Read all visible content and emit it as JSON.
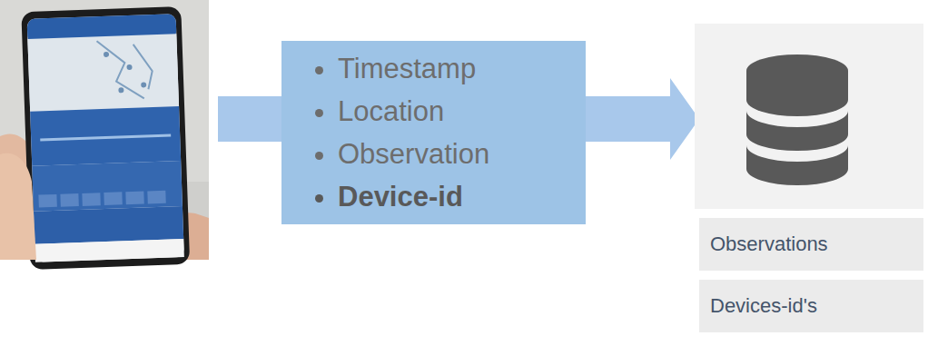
{
  "diagram": {
    "nodes": [
      {
        "text": [
          "Timestamp",
          "Location",
          "Observation",
          "Device-id"
        ]
      },
      {
        "text": [
          "Observations"
        ]
      },
      {
        "text": [
          "Devices-id's"
        ]
      }
    ]
  }
}
